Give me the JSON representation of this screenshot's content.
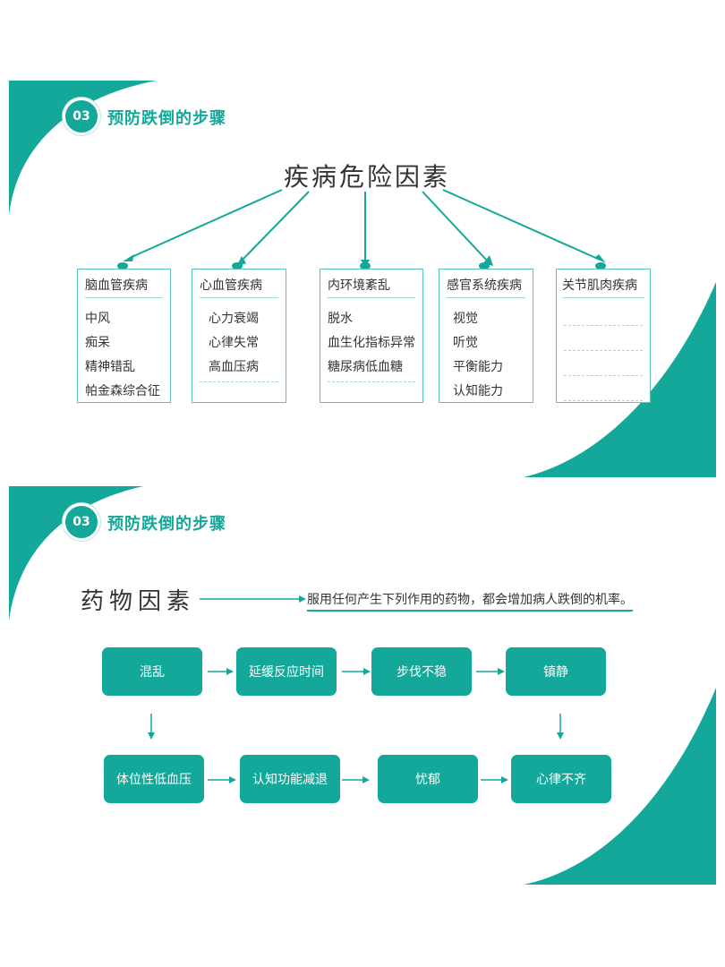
{
  "slide1": {
    "badge": "03",
    "section_title": "预防跌倒的步骤",
    "main_title": "疾病危险因素",
    "categories": [
      {
        "title": "脑血管疾病",
        "items": [
          "中风",
          "痴呆",
          "精神错乱",
          "帕金森综合征"
        ]
      },
      {
        "title": "心血管疾病",
        "items": [
          "心力衰竭",
          "心律失常",
          "高血压病"
        ]
      },
      {
        "title": "内环境紊乱",
        "items": [
          "脱水",
          "血生化指标异常",
          "糖尿病低血糖"
        ]
      },
      {
        "title": "感官系统疾病",
        "items": [
          "视觉",
          "听觉",
          "平衡能力",
          "认知能力"
        ]
      },
      {
        "title": "关节肌肉疾病",
        "items": []
      }
    ]
  },
  "slide2": {
    "badge": "03",
    "section_title": "预防跌倒的步骤",
    "main_title": "药物因素",
    "note": "服用任何产生下列作用的药物，都会增加病人跌倒的机率。",
    "row1": [
      "混乱",
      "延缓反应时间",
      "步伐不稳",
      "镇静"
    ],
    "row2": [
      "体位性低血压",
      "认知功能减退",
      "忧郁",
      "心律不齐"
    ]
  },
  "colors": {
    "accent": "#13a89a",
    "border": "#5fc2b8"
  }
}
